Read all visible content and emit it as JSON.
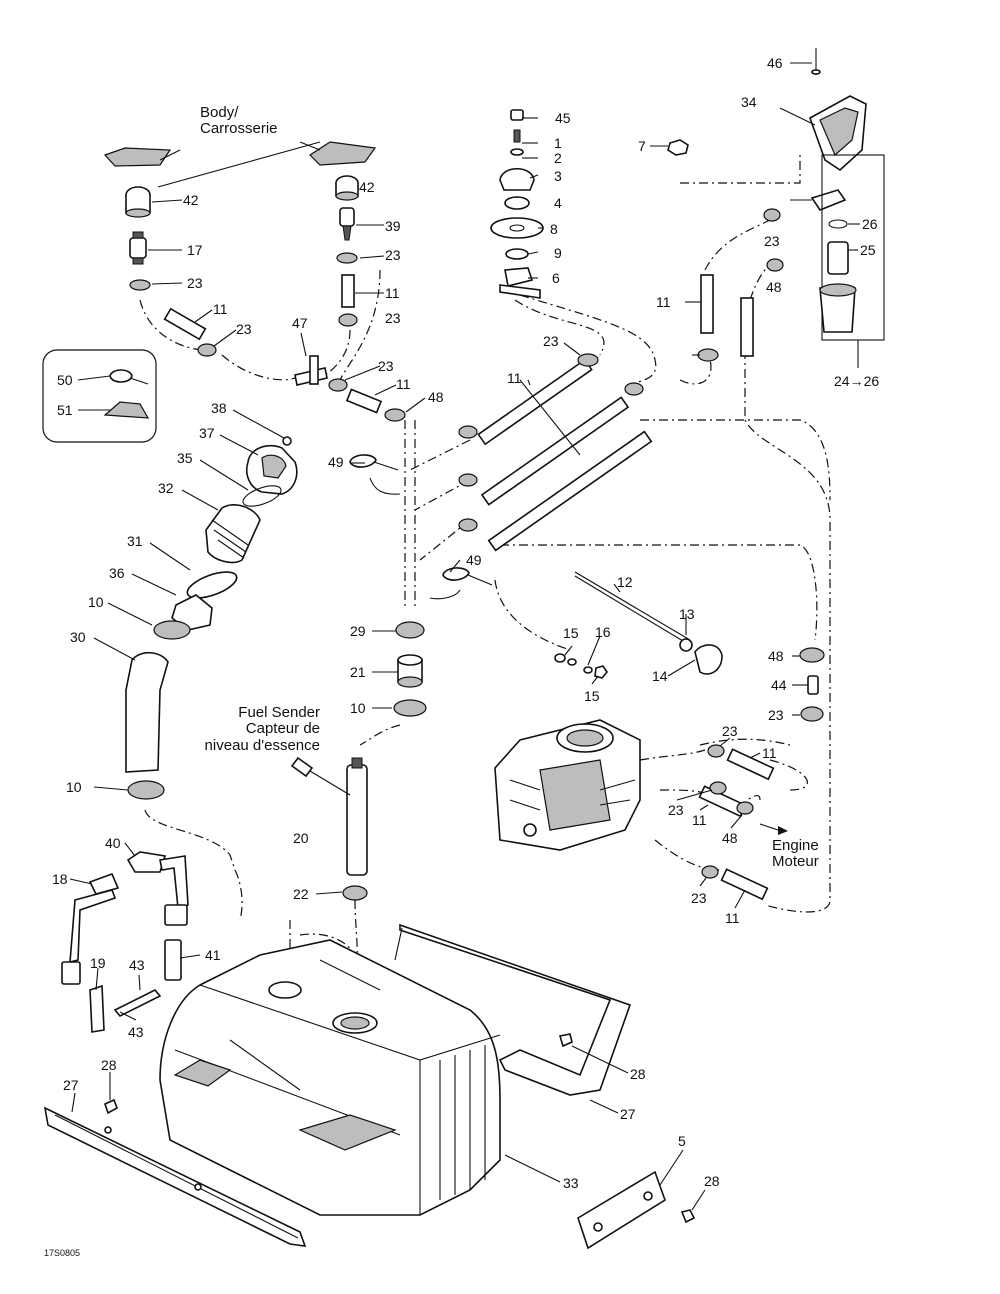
{
  "notes": {
    "body_en": "Body/",
    "body_fr": "Carrosserie",
    "sender_en": "Fuel Sender",
    "sender_fr1": "Capteur de",
    "sender_fr2": "niveau d'essence",
    "engine_en": "Engine",
    "engine_fr": "Moteur",
    "drawing_code": "17S0805"
  },
  "callouts": [
    "46",
    "34",
    "45",
    "1",
    "2",
    "3",
    "4",
    "8",
    "9",
    "6",
    "7",
    "26",
    "25",
    "23",
    "48",
    "11",
    "24→26",
    "42",
    "39",
    "23",
    "11",
    "23",
    "42",
    "17",
    "23",
    "11",
    "23",
    "47",
    "23",
    "11",
    "48",
    "11",
    "23",
    "50",
    "51",
    "38",
    "37",
    "35",
    "32",
    "31",
    "36",
    "10",
    "30",
    "49",
    "49",
    "12",
    "13",
    "15",
    "16",
    "15",
    "14",
    "29",
    "21",
    "10",
    "10",
    "48",
    "44",
    "23",
    "23",
    "11",
    "23",
    "11",
    "48",
    "23",
    "11",
    "20",
    "22",
    "40",
    "18",
    "19",
    "43",
    "43",
    "41",
    "28",
    "27",
    "28",
    "27",
    "33",
    "5",
    "28"
  ]
}
